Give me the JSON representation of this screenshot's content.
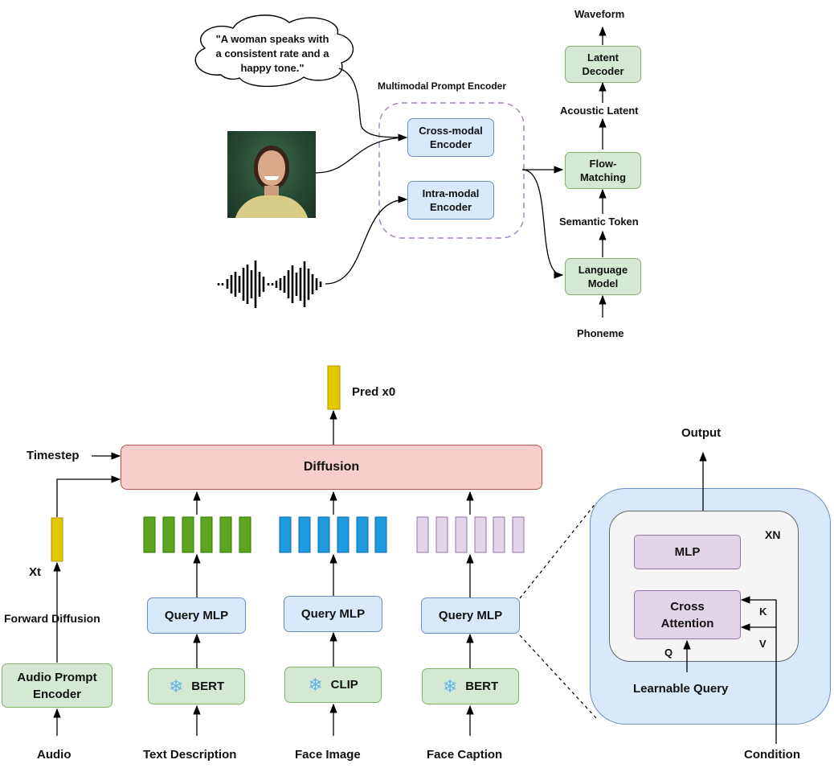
{
  "top": {
    "speech": "\"A woman speaks with a consistent rate and a happy tone.\"",
    "prompt_encoder_title": "Multimodal Prompt Encoder",
    "cross_modal": "Cross-modal Encoder",
    "intra_modal": "Intra-modal Encoder",
    "waveform": "Waveform",
    "latent_decoder": "Latent Decoder",
    "acoustic_latent": "Acoustic Latent",
    "flow_matching": "Flow-Matching",
    "semantic_token": "Semantic Token",
    "language_model": "Language Model",
    "phoneme": "Phoneme"
  },
  "bottom": {
    "pred": "Pred x0",
    "timestep": "Timestep",
    "diffusion": "Diffusion",
    "xt": "Xt",
    "forward_diffusion": "Forward Diffusion",
    "audio_prompt_encoder": "Audio Prompt Encoder",
    "audio": "Audio",
    "query_mlp": "Query MLP",
    "bert": "BERT",
    "clip": "CLIP",
    "text_description": "Text Description",
    "face_image": "Face Image",
    "face_caption": "Face Caption",
    "snowflake_icon": "❄",
    "colors": {
      "green": "#5ea51f",
      "blue": "#1e9be0",
      "purple": "#e1d5e7",
      "yellow": "#e3c800"
    }
  },
  "detail": {
    "output": "Output",
    "xn": "XN",
    "mlp": "MLP",
    "cross_attention": "Cross Attention",
    "k": "K",
    "v": "V",
    "q": "Q",
    "learnable_query": "Learnable Query",
    "condition": "Condition"
  }
}
